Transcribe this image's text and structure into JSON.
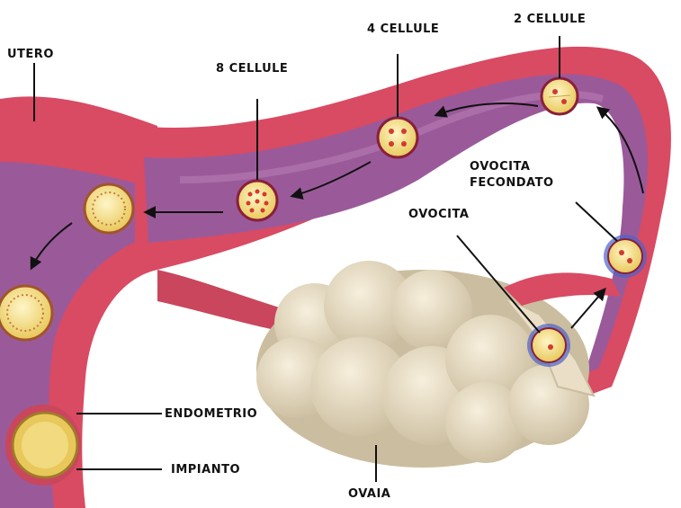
{
  "labels": {
    "utero": "UTERO",
    "otto_cellule": "8 CELLULE",
    "quattro_cellule": "4 CELLULE",
    "due_cellule": "2 CELLULE",
    "ovocita_fecondato_line1": "OVOCITA",
    "ovocita_fecondato_line2": "FECONDATO",
    "ovocita": "OVOCITA",
    "endometrio": "ENDOMETRIO",
    "impianto": "IMPIANTO",
    "ovaia": "OVAIA"
  },
  "colors": {
    "background": "#ffffff",
    "tissue_outer": "#d94a63",
    "tissue_inner": "#b03a53",
    "lumen": "#9a5a9a",
    "lumen_light": "#b77bb3",
    "ovary": "#eadfc6",
    "ovary_shadow": "#cbbd9f",
    "cell_fill": "#f3df8a",
    "cell_ring": "#8a1f3a",
    "nucleus": "#d23b2f",
    "sperm_blue": "#4b63c9",
    "leader_line": "#111111"
  }
}
